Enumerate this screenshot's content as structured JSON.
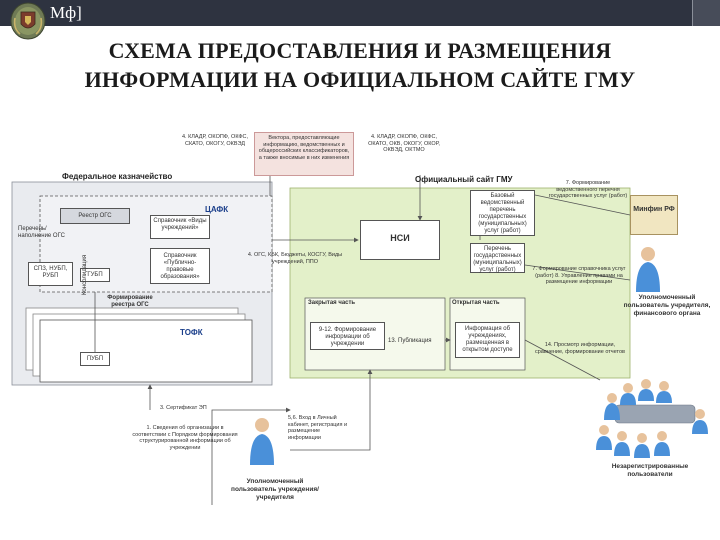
{
  "header": {
    "brand": "Мф]",
    "title_line1": "СХЕМА ПРЕДОСТАВЛЕНИЯ И РАЗМЕЩЕНИЯ",
    "title_line2": "ИНФОРМАЦИИ  НА ОФИЦИАЛЬНОМ САЙТЕ ГМУ"
  },
  "diagram": {
    "federal_treasury": "Федеральное казначейство",
    "official_site": "Официальный сайт ГМУ",
    "tsafk": "ЦАФК",
    "tofk": "ТОФК",
    "registry_ogs": "Реестр ОГС",
    "perechen_ogs": "Перечень/ наполнение ОГС",
    "spz": "СПЗ, НУБП, РУБП",
    "gubp": "ГУБП",
    "pubp": "ПУБП",
    "sprav_vidy": "Справочник «Виды учреждений»",
    "sprav_ppo": "Справочник «Публично-правовые образования»",
    "formirovanie_reestra": "Формирование реестра ОГС",
    "konsolidaciya": "Консолидация",
    "nsi": "НСИ",
    "zakrytaya": "Закрытая часть",
    "otkrytaya": "Открытая часть",
    "formirovanie_info": "9-12. Формирование информации об учреждении",
    "info_razmeshena": "Информация об учреждениях, размещенная в открытом доступе",
    "publikaciya": "13. Публикация",
    "bazovyi_perechen": "Базовый ведомственный перечень государственных (муниципальных) услуг (работ)",
    "perechen_uslug": "Перечень государственных (муниципальных) услуг (работ)",
    "minfin": "Минфин РФ",
    "note_top": "Вектора, предоставляющие информацию, ведомственных и общероссийских классификаторов, а также вносимые в них изменения",
    "note_klassif": "4. КЛАДР, ОКОПФ, ОКФС, СКАТО, ОКОГУ, ОКВЭД",
    "note_klassif2": "4. КЛАДР, ОКОПФ, ОКФС, ОКАТО, ОКВ, ОКОГУ, ОКОР, ОКВЭД, ОКТМО",
    "note_4b": "4. ОГС, КБК, Бюджеты, КОСГУ, Виды учреждений, ППО",
    "note_7a": "7. Формирование ведомственного перечня государственных услуг (работ)",
    "note_7b": "7. Формирование справочника услуг (работ) 8. Управление правами на размещение информации",
    "note_14": "14. Просмотр информации, сравнение, формирование отчетов",
    "note_3": "3. Сертификат ЭП",
    "note_1": "1. Сведения об организации в соответствии с Порядком формирования структурированной информации об учреждении",
    "note_5": "5,6. Вход в Личный кабинет, регистрация и размещение информации",
    "actor_institution": "Уполномоченный пользователь учреждения/учредителя",
    "actor_finorgan": "Уполномоченный пользователь учредителя, финансового органа",
    "actor_unreg": "Незарегистрированные пользователи"
  },
  "colors": {
    "topbar": "#2e3340",
    "treasury_bg": "#e9ebef",
    "site_bg": "#e3f0c9",
    "minfin_bg": "#f1e6c1",
    "note_bg": "#f4e2df",
    "actor_blue": "#4a90d9"
  }
}
